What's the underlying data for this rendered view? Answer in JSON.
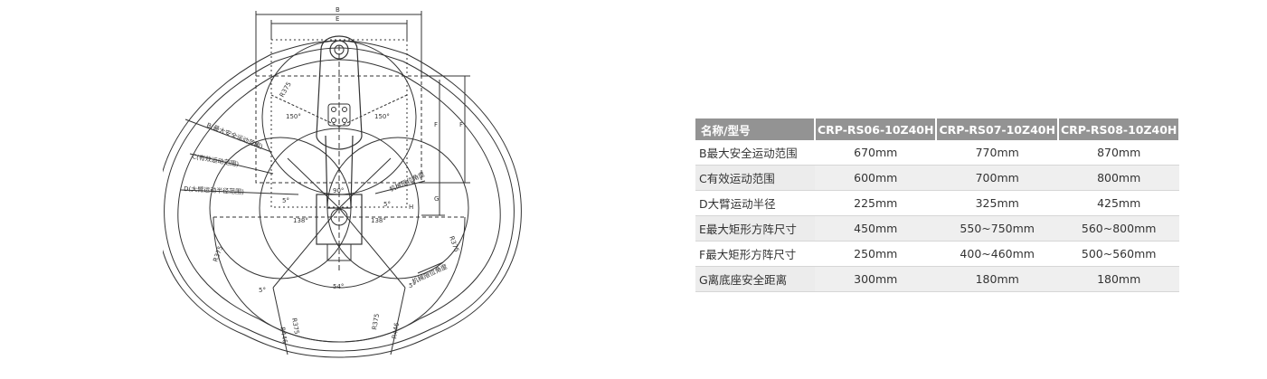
{
  "diagram": {
    "dims": {
      "top_b": "B",
      "top_e": "E",
      "right_f1": "F",
      "right_f2": "F",
      "right_g": "G",
      "hole_h": "H"
    },
    "radii": {
      "r375_top": "R375",
      "r375_left": "R375",
      "r375_right": "R375",
      "r375_bl": "R375",
      "r375_br": "R375",
      "r446_left": "R446",
      "r446_right": "R446"
    },
    "angles": {
      "a150_left": "150°",
      "a150_right": "150°",
      "a138_left": "138°",
      "a138_right": "138°",
      "a5_top_left": "5°",
      "a5_top_right": "5°",
      "a5_bot_left": "5°",
      "a5_bot_right": "5°",
      "a90": "90°",
      "a54": "54°"
    },
    "callouts": {
      "b": "B(最大安全运动范围)",
      "c": "C(有效运动范围)",
      "d": "D(大臂运动半径范围)",
      "mech_upper": "机械限位角度",
      "mech_lower": "机械限位角度"
    }
  },
  "table": {
    "headers": [
      "名称/型号",
      "CRP-RS06-10Z40H",
      "CRP-RS07-10Z40H",
      "CRP-RS08-10Z40H"
    ],
    "rows": [
      {
        "label": "B最大安全运动范围",
        "values": [
          "670mm",
          "770mm",
          "870mm"
        ]
      },
      {
        "label": "C有效运动范围",
        "values": [
          "600mm",
          "700mm",
          "800mm"
        ]
      },
      {
        "label": "D大臂运动半径",
        "values": [
          "225mm",
          "325mm",
          "425mm"
        ]
      },
      {
        "label": "E最大矩形方阵尺寸",
        "values": [
          "450mm",
          "550~750mm",
          "560~800mm"
        ]
      },
      {
        "label": "F最大矩形方阵尺寸",
        "values": [
          "250mm",
          "400~460mm",
          "500~560mm"
        ]
      },
      {
        "label": "G离底座安全距离",
        "values": [
          "300mm",
          "180mm",
          "180mm"
        ]
      }
    ]
  }
}
